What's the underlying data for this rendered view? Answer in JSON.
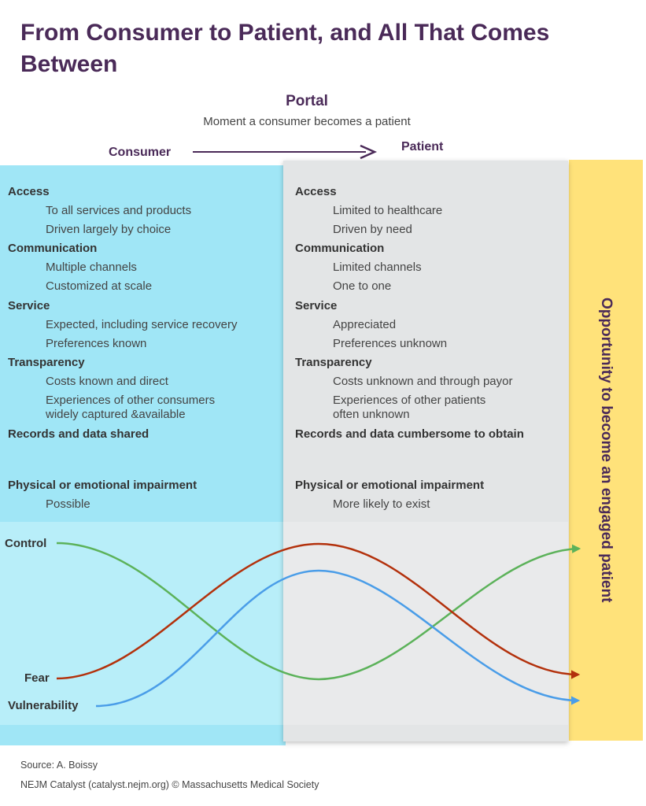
{
  "title": "From Consumer to Patient, and All That Comes Between",
  "portal": {
    "title": "Portal",
    "subtitle": "Moment a consumer becomes a patient"
  },
  "labels": {
    "consumer": "Consumer",
    "patient": "Patient"
  },
  "opportunity": "Opportunity to become an engaged patient",
  "consumer": {
    "access": "Access",
    "access_1": "To all services and products",
    "access_2": "Driven largely by choice",
    "communication": "Communication",
    "communication_1": "Multiple channels",
    "communication_2": "Customized at scale",
    "service": "Service",
    "service_1": "Expected, including service recovery",
    "service_2": "Preferences known",
    "transparency": "Transparency",
    "transparency_1": "Costs known and direct",
    "transparency_2a": "Experiences  of other consumers",
    "transparency_2b": "widely captured &available",
    "records": "Records and data shared",
    "impairment": "Physical or emotional impairment",
    "impairment_1": "Possible"
  },
  "patient": {
    "access": "Access",
    "access_1": "Limited to healthcare",
    "access_2": "Driven by need",
    "communication": "Communication",
    "communication_1": "Limited channels",
    "communication_2": "One to one",
    "service": "Service",
    "service_1": "Appreciated",
    "service_2": "Preferences unknown",
    "transparency": "Transparency",
    "transparency_1": "Costs unknown and through payor",
    "transparency_2a": "Experiences of other patients",
    "transparency_2b": "often unknown",
    "records": "Records and data cumbersome to obtain",
    "impairment": "Physical or emotional impairment",
    "impairment_1": "More likely to exist"
  },
  "curves": {
    "control": "Control",
    "fear": "Fear",
    "vulnerability": "Vulnerability",
    "colors": {
      "control": "#5cb25a",
      "fear": "#b3310c",
      "vulnerability": "#4a9de8"
    }
  },
  "source": {
    "line1": "Source: A. Boissy",
    "line2": "NEJM Catalyst (catalyst.nejm.org) © Massachusetts Medical Society"
  }
}
